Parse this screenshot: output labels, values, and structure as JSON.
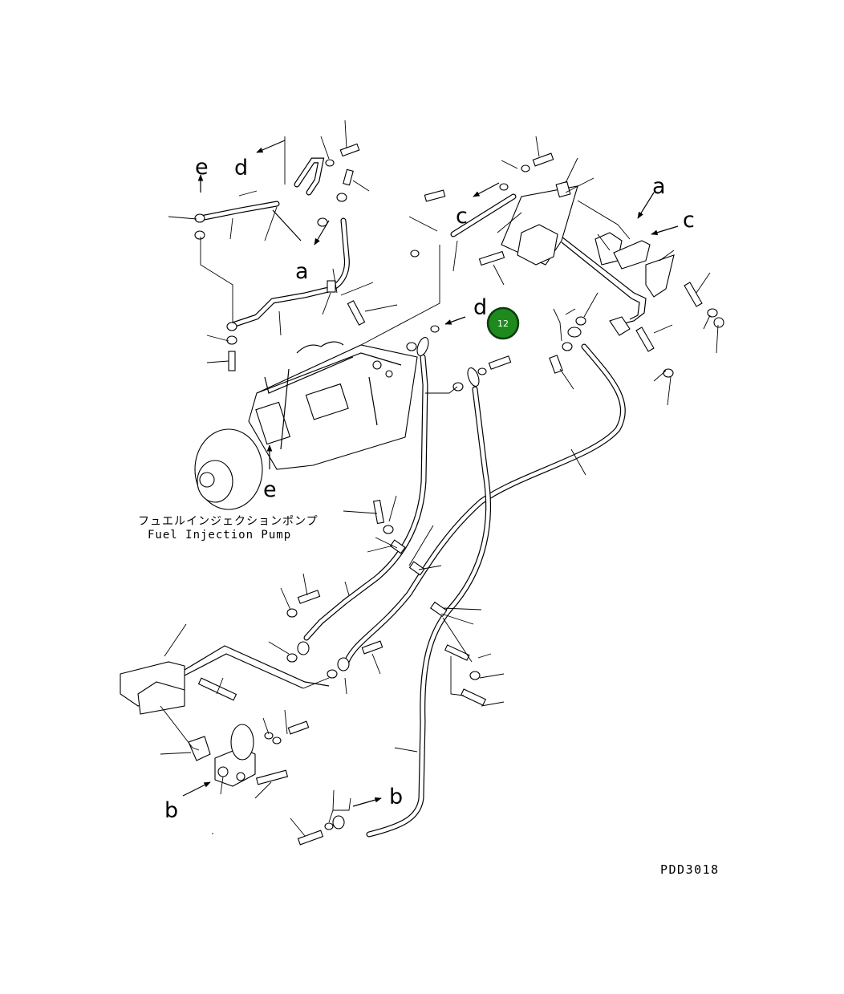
{
  "diagram": {
    "caption_jp": "フュエルインジェクションポンプ",
    "caption_en": "Fuel Injection Pump",
    "drawing_code": "PDD3018",
    "badge": {
      "label": "12",
      "fill": "#1e8a1e",
      "ring": "#0b3d0b"
    },
    "markers": {
      "a": "a",
      "b": "b",
      "c": "c",
      "d": "d",
      "e": "e"
    }
  }
}
